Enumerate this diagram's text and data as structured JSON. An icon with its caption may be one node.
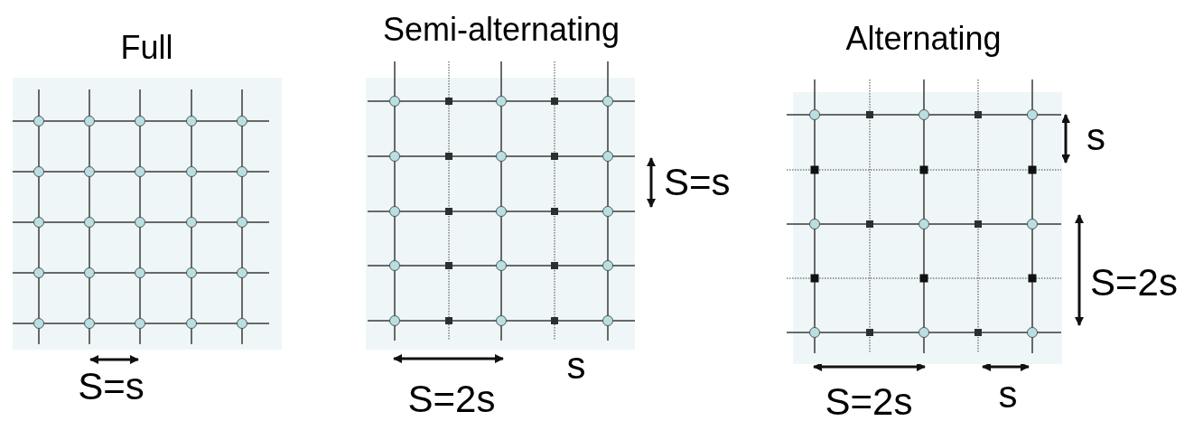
{
  "diagram": {
    "nodes": [
      {
        "text": [
          "Full"
        ]
      },
      {
        "text": [
          "Semi-alternating"
        ]
      },
      {
        "text": [
          "Alternating"
        ]
      }
    ],
    "labels": [
      "S=s",
      "S=s",
      "S=2s",
      "s",
      "s",
      "S=2s",
      "S=2s",
      "s"
    ]
  }
}
